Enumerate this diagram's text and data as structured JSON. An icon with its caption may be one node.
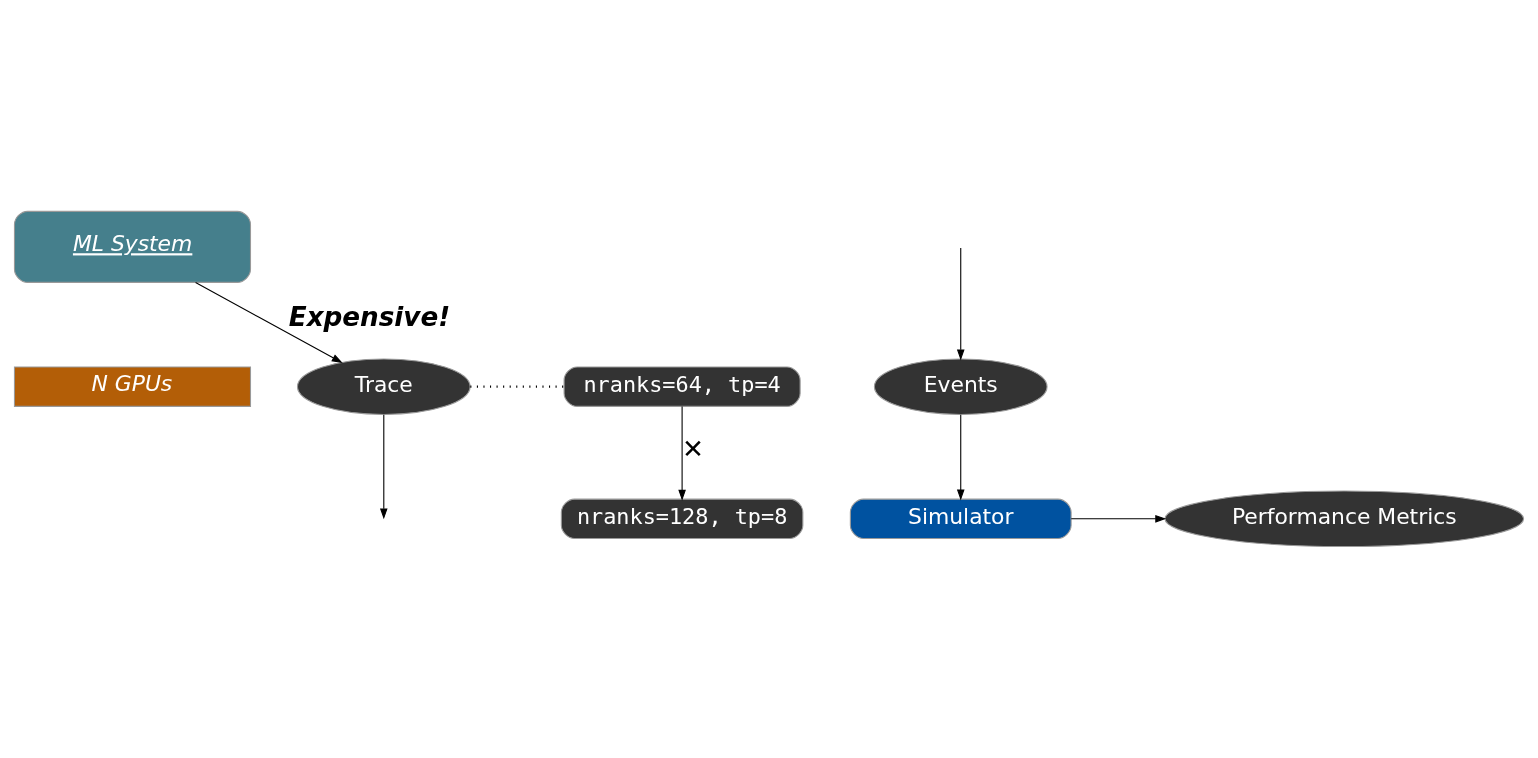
{
  "diagram": {
    "nodes": [
      {
        "text": [
          "ML System"
        ]
      },
      {
        "text": [
          "N GPUs"
        ]
      },
      {
        "text": [
          "Trace"
        ]
      },
      {
        "text": [
          "nranks=64, tp=4"
        ]
      },
      {
        "text": [
          "nranks=128, tp=8"
        ]
      },
      {
        "text": [
          "Events"
        ]
      },
      {
        "text": [
          "Simulator"
        ]
      },
      {
        "text": [
          "Performance Metrics"
        ]
      }
    ],
    "edges": [
      {
        "from": 0,
        "to": 2,
        "arrow": "to",
        "label": "Expensive!"
      },
      {
        "from": 2,
        "to": 3,
        "arrow": "none",
        "style": "dashed"
      },
      {
        "from": 3,
        "to": 4,
        "arrow": "to",
        "label": "✕"
      },
      {
        "from": 2,
        "to": null,
        "arrow": "to"
      },
      {
        "from": null,
        "to": 5,
        "arrow": "to"
      },
      {
        "from": 5,
        "to": 6,
        "arrow": "to"
      },
      {
        "from": 6,
        "to": 7,
        "arrow": "to"
      }
    ]
  }
}
